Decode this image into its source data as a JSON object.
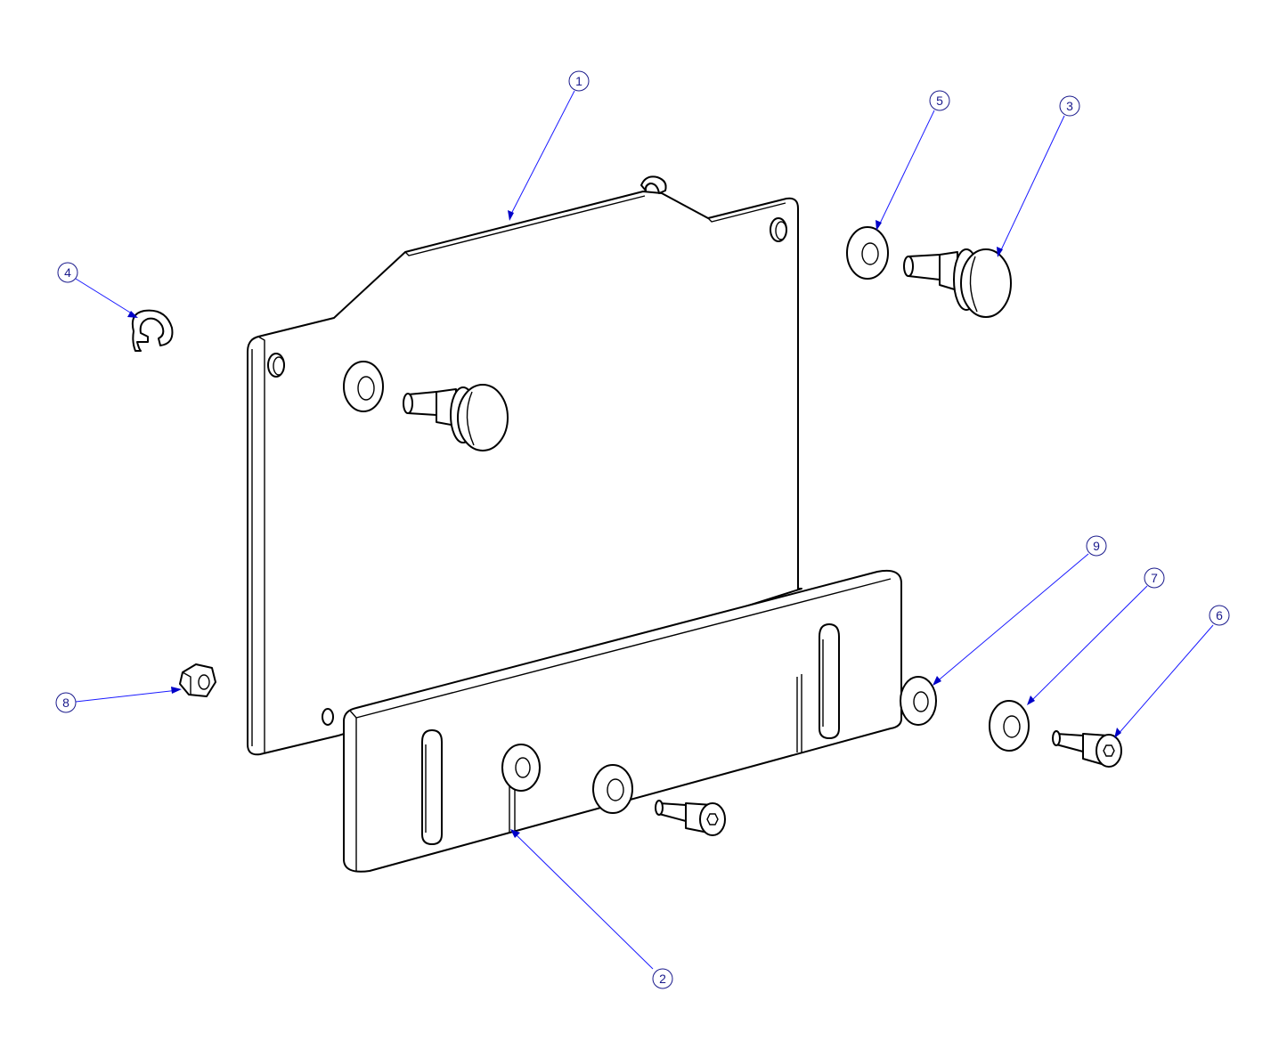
{
  "diagram": {
    "balloons": [
      {
        "label": "1"
      },
      {
        "label": "2"
      },
      {
        "label": "3"
      },
      {
        "label": "4"
      },
      {
        "label": "5"
      },
      {
        "label": "6"
      },
      {
        "label": "7"
      },
      {
        "label": "8"
      },
      {
        "label": "9"
      }
    ]
  }
}
